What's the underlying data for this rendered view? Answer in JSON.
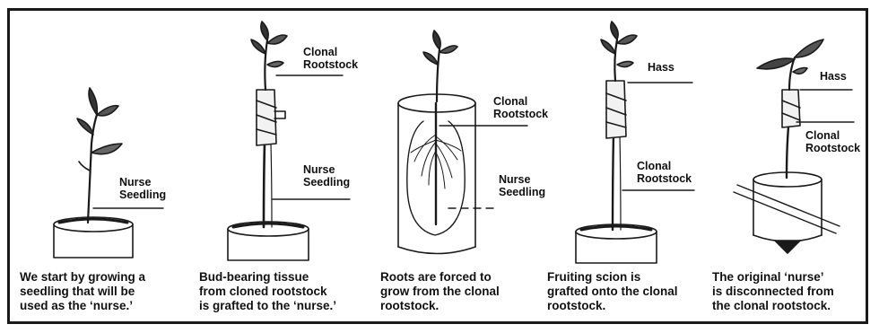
{
  "panels": [
    {
      "labels": [
        [
          "Nurse",
          "Seedling"
        ]
      ],
      "caption": [
        "We start by growing a",
        "seedling that will be",
        "used as the ‘nurse.’"
      ]
    },
    {
      "labels": [
        [
          "Clonal",
          "Rootstock"
        ],
        [
          "Nurse",
          "Seedling"
        ]
      ],
      "caption": [
        "Bud-bearing tissue",
        "from cloned rootstock",
        "is grafted to the ‘nurse.’"
      ]
    },
    {
      "labels": [
        [
          "Clonal",
          "Rootstock"
        ],
        [
          "Nurse",
          "Seedling"
        ]
      ],
      "caption": [
        "Roots are forced to",
        "grow from the clonal",
        "rootstock."
      ]
    },
    {
      "labels": [
        [
          "Hass"
        ],
        [
          "Clonal",
          "Rootstock"
        ]
      ],
      "caption": [
        "Fruiting scion is",
        "grafted onto the clonal",
        "rootstock."
      ]
    },
    {
      "labels": [
        [
          "Hass"
        ],
        [
          "Clonal",
          "Rootstock"
        ]
      ],
      "caption": [
        "The original ‘nurse’",
        "is disconnected from",
        "the clonal rootstock."
      ]
    }
  ],
  "colors": {
    "ink": "#1a1a1a",
    "background": "#ffffff"
  }
}
